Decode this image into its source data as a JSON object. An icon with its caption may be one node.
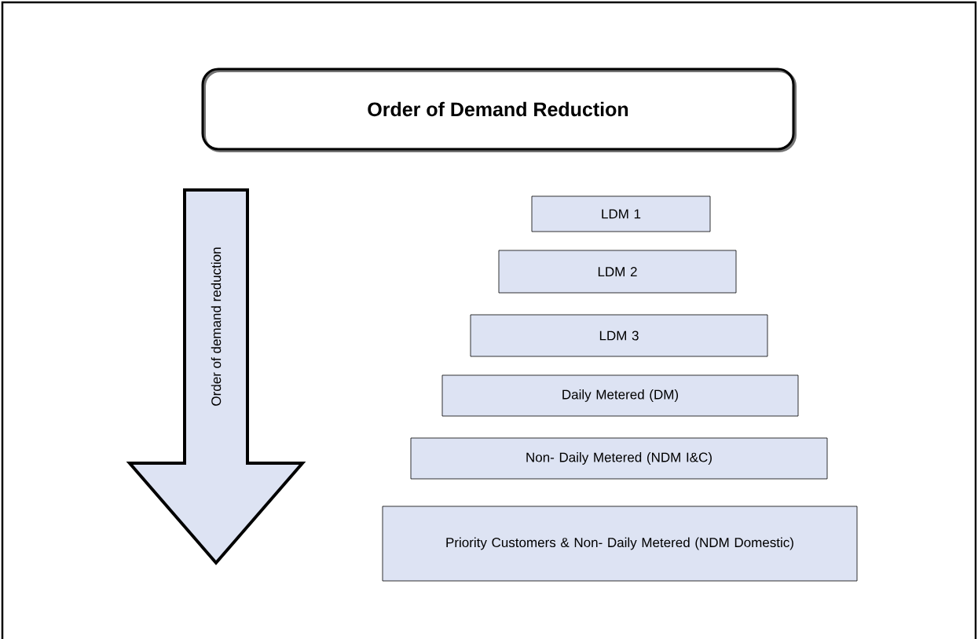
{
  "diagram": {
    "nodes": [
      {
        "text": [
          "Order of Demand Reduction"
        ]
      },
      {
        "text": [
          "Order of demand reduction"
        ]
      },
      {
        "text": [
          "LDM 1"
        ]
      },
      {
        "text": [
          "LDM 2"
        ]
      },
      {
        "text": [
          "LDM 3"
        ]
      },
      {
        "text": [
          "Daily Metered (DM)"
        ]
      },
      {
        "text": [
          "Non- Daily Metered (NDM I&C)"
        ]
      },
      {
        "text": [
          "Priority Customers & Non- Daily Metered (NDM Domestic)"
        ]
      }
    ]
  }
}
